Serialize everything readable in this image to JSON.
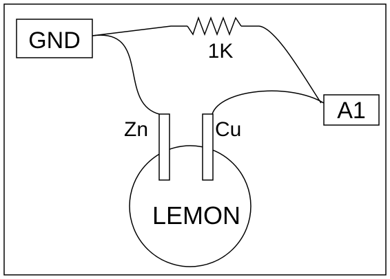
{
  "colors": {
    "stroke": "#000000",
    "background": "#ffffff"
  },
  "labels": {
    "gnd": "GND",
    "a1": "A1",
    "resistor": "1K",
    "zinc": "Zn",
    "copper": "Cu",
    "lemon": "LEMON"
  }
}
